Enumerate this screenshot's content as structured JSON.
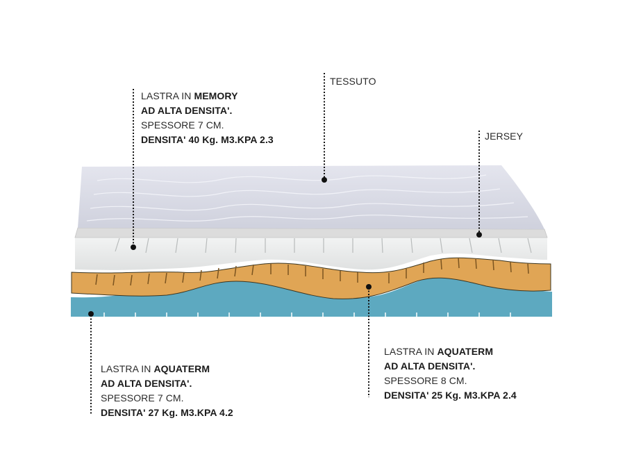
{
  "labels": {
    "tessuto": "TESSUTO",
    "jersey": "JERSEY",
    "memory": {
      "line1_prefix": "LASTRA IN ",
      "line1_bold": "MEMORY",
      "line2": "AD ALTA DENSITA'.",
      "line3": "SPESSORE 7 CM.",
      "line4": "DENSITA' 40 Kg. M3.KPA 2.3"
    },
    "aquaterm_middle": {
      "line1_prefix": "LASTRA IN ",
      "line1_bold": "AQUATERM",
      "line2": "AD ALTA DENSITA'.",
      "line3": "SPESSORE 8 CM.",
      "line4": "DENSITA' 25 Kg. M3.KPA 2.4"
    },
    "aquaterm_bottom": {
      "line1_prefix": "LASTRA IN ",
      "line1_bold": "AQUATERM",
      "line2": "AD ALTA DENSITA'.",
      "line3": "SPESSORE 7 CM.",
      "line4": "DENSITA' 27 Kg. M3.KPA 4.2"
    }
  },
  "colors": {
    "top_fabric": "#d9dbe6",
    "jersey": "#dcdcdc",
    "memory": "#e9eaea",
    "aquaterm_middle": "#e0a555",
    "aquaterm_bottom": "#5da9c0"
  }
}
